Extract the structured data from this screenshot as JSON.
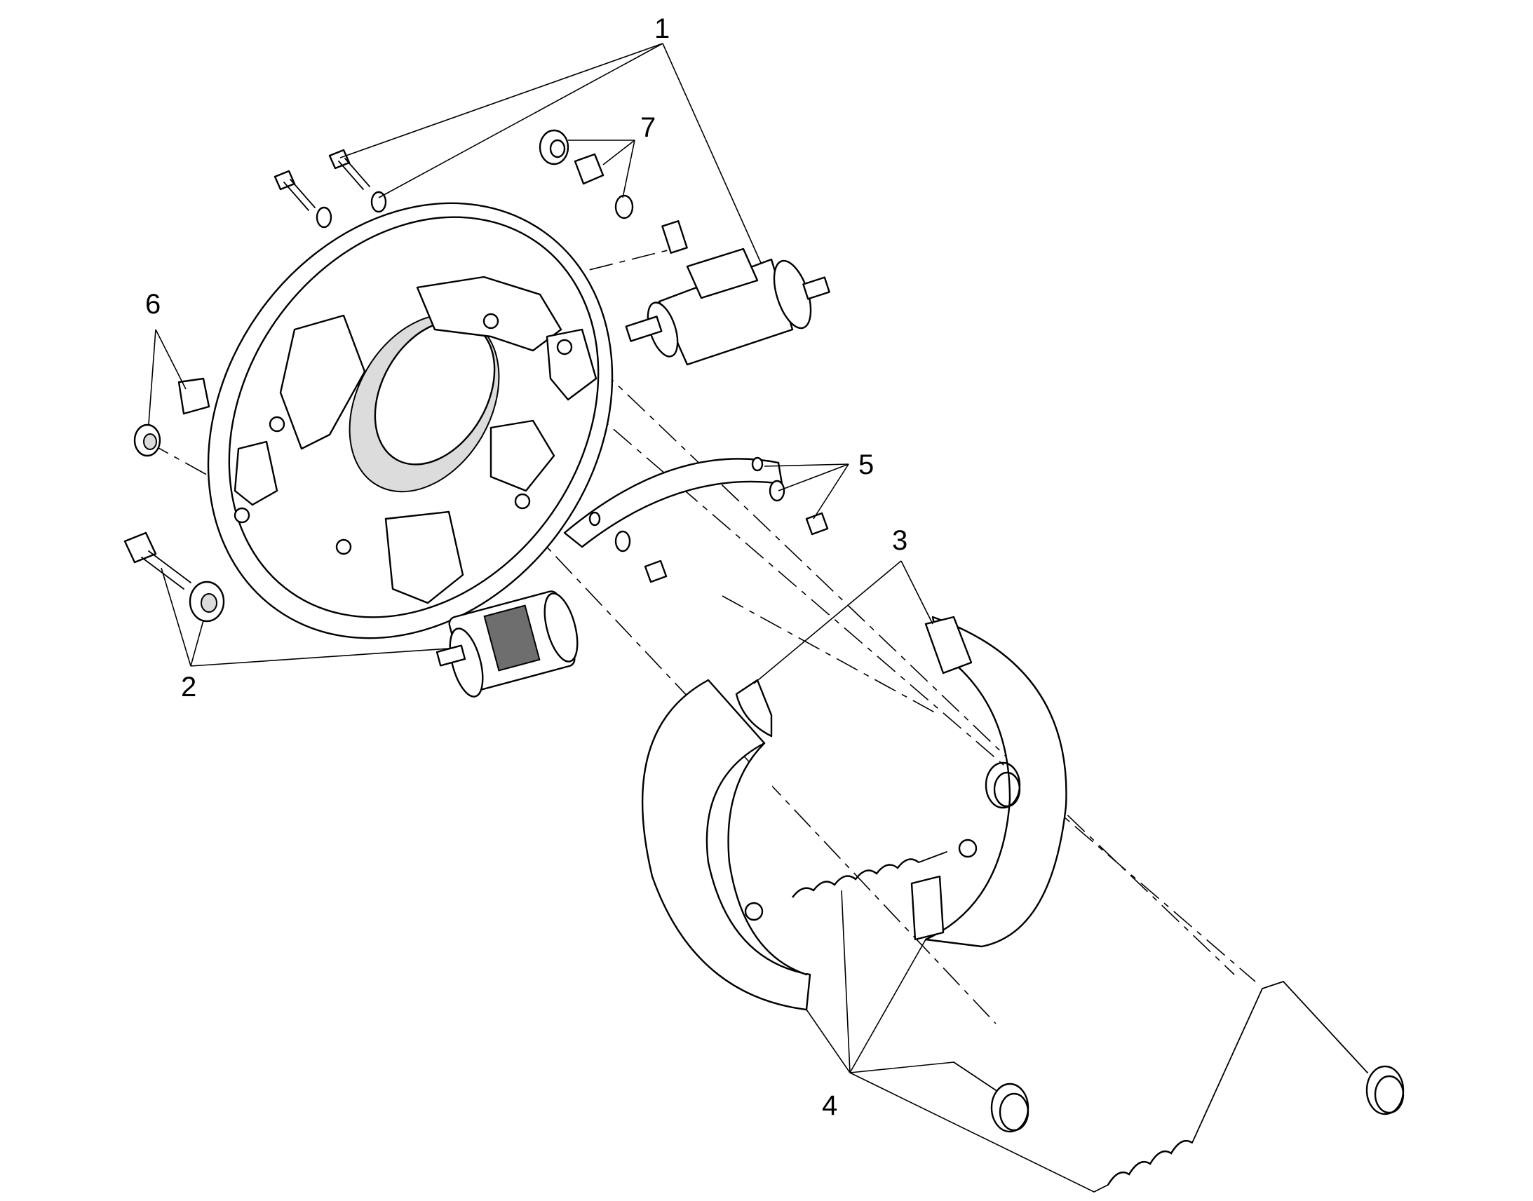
{
  "diagram": {
    "callouts": [
      {
        "id": "1",
        "label": "1"
      },
      {
        "id": "2",
        "label": "2"
      },
      {
        "id": "3",
        "label": "3"
      },
      {
        "id": "4",
        "label": "4"
      },
      {
        "id": "5",
        "label": "5"
      },
      {
        "id": "6",
        "label": "6"
      },
      {
        "id": "7",
        "label": "7"
      }
    ],
    "colors": {
      "line": "#000000",
      "background": "#ffffff",
      "shade": "#dcdcdc"
    }
  }
}
